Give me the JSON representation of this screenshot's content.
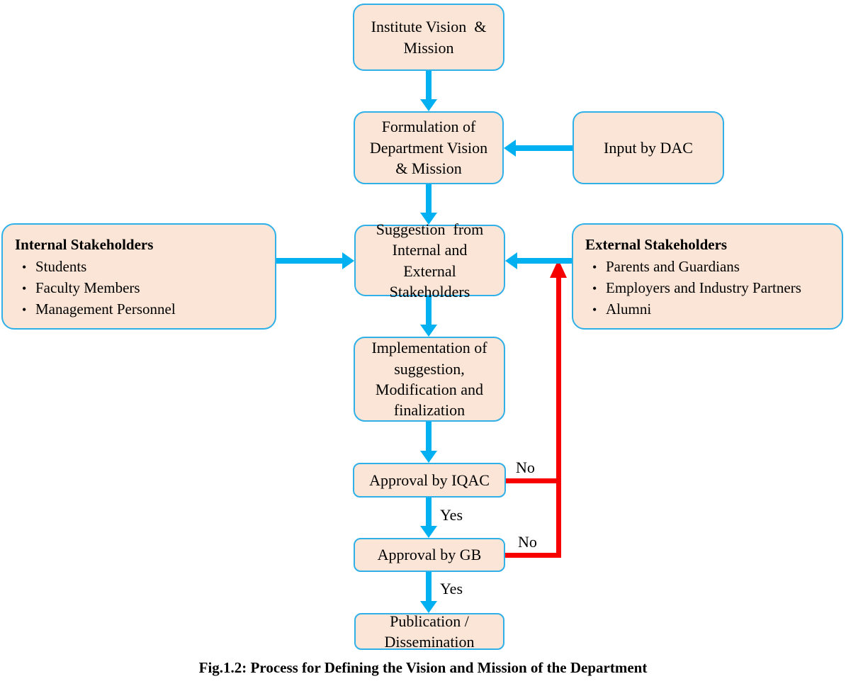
{
  "glyphs": {
    "bullet": "•"
  },
  "colors": {
    "box_fill": "#FBE5D6",
    "box_border": "#2FB0E8",
    "arrow_blue": "#00B0F0",
    "arrow_red": "#F70000",
    "text": "#000000"
  },
  "nodes": {
    "institute": {
      "label": "Institute Vision  &\nMission"
    },
    "formulation": {
      "label": "Formulation of\nDepartment Vision\n& Mission"
    },
    "dac": {
      "label": "Input by DAC"
    },
    "suggestion": {
      "label": "Suggestion  from\nInternal and\nExternal\nStakeholders"
    },
    "implementation": {
      "label": "Implementation of\nsuggestion,\nModification and\nfinalization"
    },
    "iqac": {
      "label": "Approval by IQAC"
    },
    "gb": {
      "label": "Approval by GB"
    },
    "publication": {
      "label": "Publication /\nDissemination"
    }
  },
  "internal_stakeholders": {
    "title": "Internal Stakeholders",
    "items": [
      "Students",
      "Faculty Members",
      "Management Personnel"
    ]
  },
  "external_stakeholders": {
    "title": "External Stakeholders",
    "items": [
      "Parents and Guardians",
      "Employers and Industry Partners",
      "Alumni"
    ]
  },
  "edge_labels": {
    "iqac_no": "No",
    "iqac_yes": "Yes",
    "gb_no": "No",
    "gb_yes": "Yes"
  },
  "caption": "Fig.1.2: Process for Defining the Vision and Mission of the Department"
}
